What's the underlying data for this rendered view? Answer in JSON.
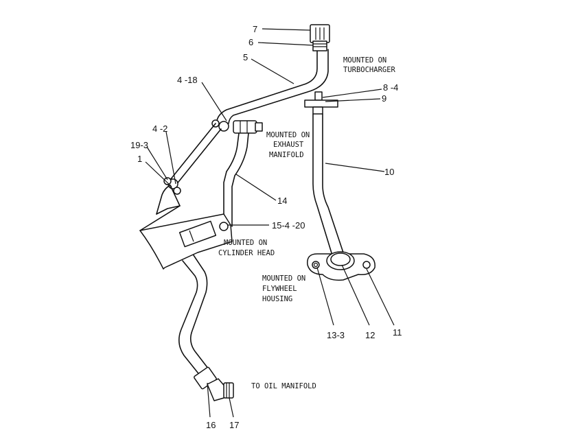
{
  "callouts": {
    "c7": "7",
    "c6": "6",
    "c5": "5",
    "c4_18": "4 -18",
    "c4_2": "4 -2",
    "c19_3": "19-3",
    "c1": "1",
    "c14": "14",
    "c15_4_20": "15-4 -20",
    "c8_4": "8 -4",
    "c9": "9",
    "c10": "10",
    "c11": "11",
    "c12": "12",
    "c13_3": "13-3",
    "c16": "16",
    "c17": "17"
  },
  "notes": {
    "turbo_line1": "MOUNTED ON",
    "turbo_line2": "TURBOCHARGER",
    "exhaust_line1": "MOUNTED ON",
    "exhaust_line2": "EXHAUST",
    "exhaust_line3": "MANIFOLD",
    "cylinder_line1": "MOUNTED ON",
    "cylinder_line2": "CYLINDER HEAD",
    "flywheel_line1": "MOUNTED ON",
    "flywheel_line2": "FLYWHEEL",
    "flywheel_line3": "HOUSING",
    "oil_manifold": "TO OIL MANIFOLD"
  }
}
